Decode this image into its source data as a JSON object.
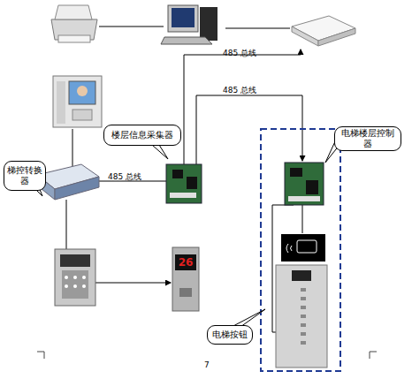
{
  "diagram": {
    "nodes": [
      {
        "text": [
          "楼层信息采集器"
        ]
      },
      {
        "text": [
          "电梯楼层控制器"
        ]
      },
      {
        "text": [
          "梯控转换器"
        ]
      },
      {
        "text": [
          "26"
        ]
      },
      {
        "text": [
          "电梯按钮"
        ]
      }
    ],
    "labels": [
      "485 总线",
      "485 总线",
      "485 总线",
      "7"
    ]
  }
}
